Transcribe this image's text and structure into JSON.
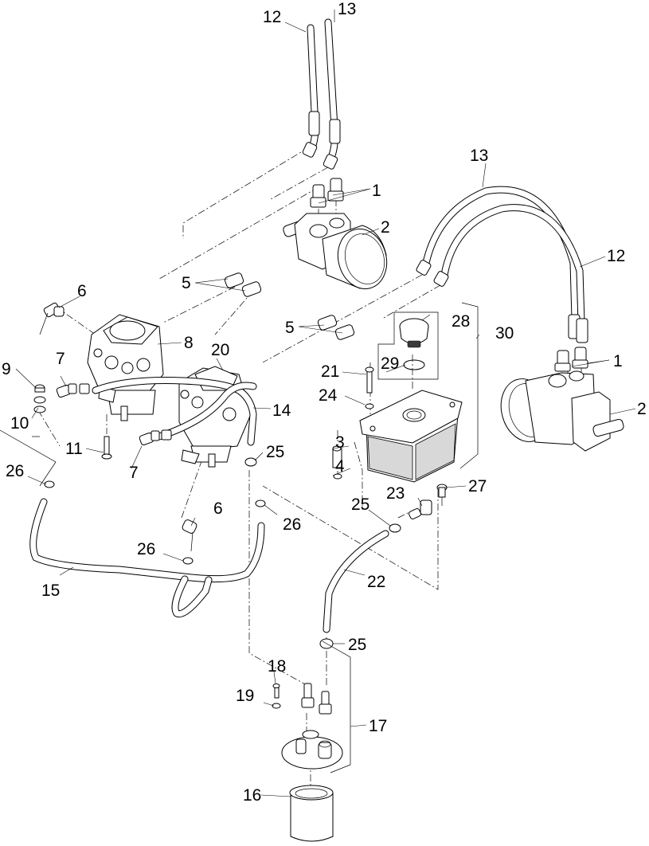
{
  "diagram": {
    "type": "exploded-parts-diagram",
    "subject": "hydraulic pump, motor, reservoir and filter assembly",
    "background_color": "#ffffff",
    "line_color": "#000000",
    "callouts": {
      "c1_top": "1",
      "c1_right": "1",
      "c2_top": "2",
      "c2_right": "2",
      "c3": "3",
      "c4": "4",
      "c5_top": "5",
      "c5_mid": "5",
      "c6_top": "6",
      "c6_bottom": "6",
      "c7_top": "7",
      "c7_bottom": "7",
      "c8": "8",
      "c9": "9",
      "c10": "10",
      "c11": "11",
      "c12_top": "12",
      "c12_right": "12",
      "c13_top": "13",
      "c13_right": "13",
      "c14": "14",
      "c15": "15",
      "c16": "16",
      "c17": "17",
      "c18": "18",
      "c19": "19",
      "c20": "20",
      "c21": "21",
      "c22": "22",
      "c23": "23",
      "c24": "24",
      "c25_a": "25",
      "c25_b": "25",
      "c25_c": "25",
      "c26_left": "26",
      "c26_mid": "26",
      "c26_right": "26",
      "c27": "27",
      "c28": "28",
      "c29": "29",
      "c30": "30"
    },
    "parts": [
      {
        "id": "1",
        "name": "fitting"
      },
      {
        "id": "2",
        "name": "hydraulic wheel motor"
      },
      {
        "id": "3",
        "name": "spacer"
      },
      {
        "id": "4",
        "name": "washer"
      },
      {
        "id": "5",
        "name": "fitting"
      },
      {
        "id": "6",
        "name": "elbow fitting"
      },
      {
        "id": "7",
        "name": "elbow fitting"
      },
      {
        "id": "8",
        "name": "hydraulic pump"
      },
      {
        "id": "9",
        "name": "nut"
      },
      {
        "id": "10",
        "name": "washer"
      },
      {
        "id": "11",
        "name": "bolt"
      },
      {
        "id": "12",
        "name": "hydraulic hose"
      },
      {
        "id": "13",
        "name": "hydraulic hose"
      },
      {
        "id": "14",
        "name": "hose"
      },
      {
        "id": "15",
        "name": "hose assembly"
      },
      {
        "id": "16",
        "name": "filter element"
      },
      {
        "id": "17",
        "name": "filter head assembly"
      },
      {
        "id": "18",
        "name": "screw"
      },
      {
        "id": "19",
        "name": "washer"
      },
      {
        "id": "20",
        "name": "hydraulic pump"
      },
      {
        "id": "21",
        "name": "bolt"
      },
      {
        "id": "22",
        "name": "hose"
      },
      {
        "id": "23",
        "name": "elbow fitting"
      },
      {
        "id": "24",
        "name": "washer"
      },
      {
        "id": "25",
        "name": "hose clamp"
      },
      {
        "id": "26",
        "name": "hose clamp"
      },
      {
        "id": "27",
        "name": "fitting"
      },
      {
        "id": "28",
        "name": "reservoir cap"
      },
      {
        "id": "29",
        "name": "o-ring"
      },
      {
        "id": "30",
        "name": "reservoir assembly"
      }
    ]
  }
}
